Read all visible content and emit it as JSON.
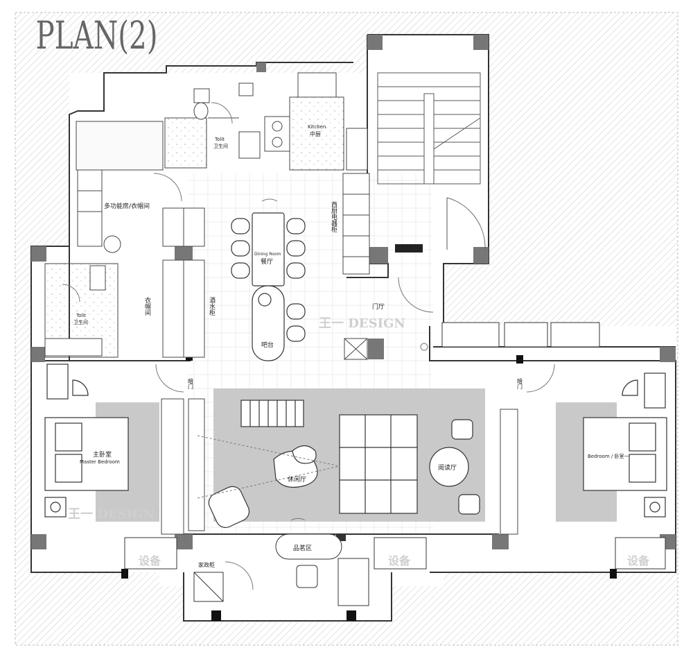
{
  "title": "PLAN(2)",
  "watermarks": [
    "王一 DESIGN",
    "王一 DESIGN"
  ],
  "rooms": {
    "toilet_top_en": "Tolit",
    "toilet_top_cn": "卫生间",
    "kitchen_en": "Kitchen",
    "kitchen_cn": "中厨",
    "multi_room": "多功能房/衣帽间",
    "western_kitchen": "西厨电器柜",
    "dining_en": "Dining Room",
    "dining_cn": "餐厅",
    "toilet_left_en": "Tolit",
    "toilet_left_cn": "卫生间",
    "wardrobe": "衣帽间",
    "wine_cabinet": "酒水柜",
    "bar": "吧台",
    "foyer": "门厅",
    "hidden_door_left": "暗门",
    "hidden_door_right": "暗门",
    "master_cn": "主卧室",
    "master_en": "Master Bedroom",
    "leisure": "休闲厅",
    "reading": "阅读厅",
    "bedroom": "Bedroom / 卧室一",
    "tea_area": "品茗区",
    "housekeeping": "家政柜",
    "equipment_1": "设备",
    "equipment_2": "设备",
    "equipment_3": "设备"
  }
}
